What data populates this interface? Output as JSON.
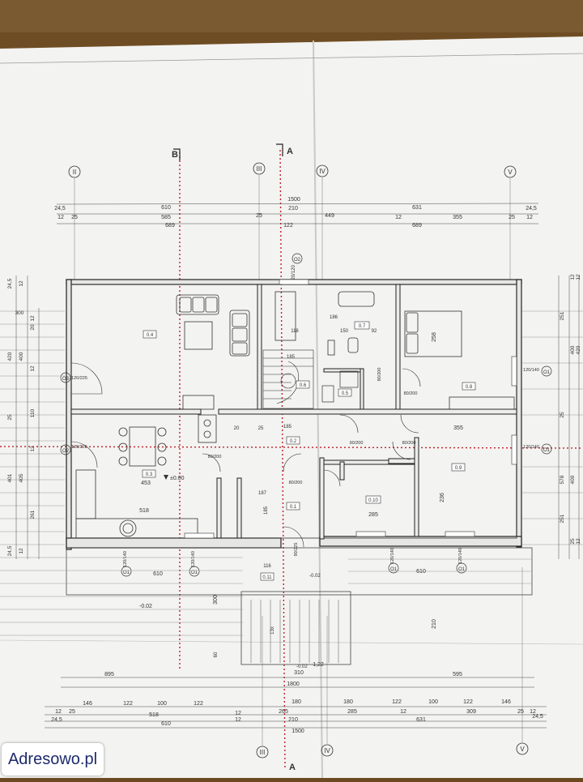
{
  "axes": {
    "top": [
      "II",
      "III",
      "IV",
      "V"
    ],
    "bottom": [
      "III",
      "IV",
      "V"
    ],
    "section_markers": [
      "B",
      "A"
    ]
  },
  "dims_top": {
    "row1": [
      "24,5",
      "610",
      "1500",
      "631",
      "24,5"
    ],
    "row2": [
      "12",
      "25",
      "585",
      "210",
      "12",
      "355",
      "25",
      "12"
    ],
    "row3": [
      "689",
      "25",
      "449",
      "689"
    ],
    "extra": [
      "122"
    ]
  },
  "dims_bottom": {
    "row1": [
      "895",
      "310",
      "595"
    ],
    "row1b": [
      "1,22"
    ],
    "row2": [
      "1800"
    ],
    "row3": [
      "146",
      "122",
      "100",
      "122",
      "180",
      "180",
      "122",
      "100",
      "122",
      "146"
    ],
    "row4": [
      "12",
      "25",
      "518",
      "12",
      "265",
      "285",
      "12",
      "309",
      "25",
      "12"
    ],
    "row5": [
      "24,5",
      "610",
      "12",
      "210",
      "631",
      "24,5"
    ],
    "row6": [
      "1500"
    ]
  },
  "dims_left": [
    "24,5",
    "12",
    "300",
    "12",
    "20",
    "420",
    "400",
    "12",
    "110",
    "25",
    "12",
    "401",
    "405",
    "261",
    "24,5",
    "12"
  ],
  "dims_right": [
    "12",
    "12",
    "251",
    "400",
    "420",
    "25",
    "578",
    "400",
    "251",
    "25",
    "12"
  ],
  "rooms": [
    {
      "id": "0.4",
      "label": "0.4"
    },
    {
      "id": "0.3",
      "label": "0.3"
    },
    {
      "id": "0.7",
      "label": "0.7"
    },
    {
      "id": "0.8",
      "label": "0.8"
    },
    {
      "id": "0.9",
      "label": "0.9"
    },
    {
      "id": "0.2",
      "label": "0.2"
    },
    {
      "id": "0.1",
      "label": "0.1"
    },
    {
      "id": "0.10",
      "label": "0.10"
    },
    {
      "id": "0.5",
      "label": "0.5"
    },
    {
      "id": "0.6",
      "label": "0.6"
    },
    {
      "id": "0.11",
      "label": "0.11"
    }
  ],
  "labels": {
    "lvl_0_00": "±0.00",
    "lvl_0_02a": "-0.02",
    "lvl_0_02b": "-0.02",
    "lvl_0_02c": "-0.02",
    "d453": "453",
    "d518": "518",
    "d285": "285",
    "d236": "236",
    "d258": "258",
    "d355": "355",
    "d185": "185",
    "d150": "150",
    "d118": "118",
    "d186": "186",
    "d610": "610",
    "d610b": "610",
    "d300": "300",
    "d210": "210",
    "d116": "116",
    "d60": "60",
    "d13x": "13x",
    "d20": "20",
    "d92a": "92",
    "d92b": "92",
    "d25": "25",
    "d187": "187",
    "d185b": "185",
    "d90_200": "90/200",
    "d80_200": "80/200",
    "d80_200b": "80/200",
    "d80_200c": "80/200",
    "d80_200d": "80/200",
    "d80_200e": "80/200",
    "d90_225": "90/225",
    "d120_225a": "120/225",
    "d120_225b": "120/225",
    "d120_140a": "120/140",
    "d120_140b": "120/140",
    "d120_140c": "120/140",
    "d120_140d": "120/140",
    "d120_140e": "120/140",
    "d120_140f": "120/140",
    "d120_120": "120/120"
  },
  "window_tags": [
    "O1",
    "O1",
    "O1",
    "O1",
    "O1",
    "O1",
    "O2",
    "O2",
    "O3"
  ],
  "watermark": "Adresowo.pl",
  "colors": {
    "paper": "#f4f4f2",
    "line": "#222222",
    "axis_red": "#c0202a",
    "table": "#6b4a22"
  }
}
